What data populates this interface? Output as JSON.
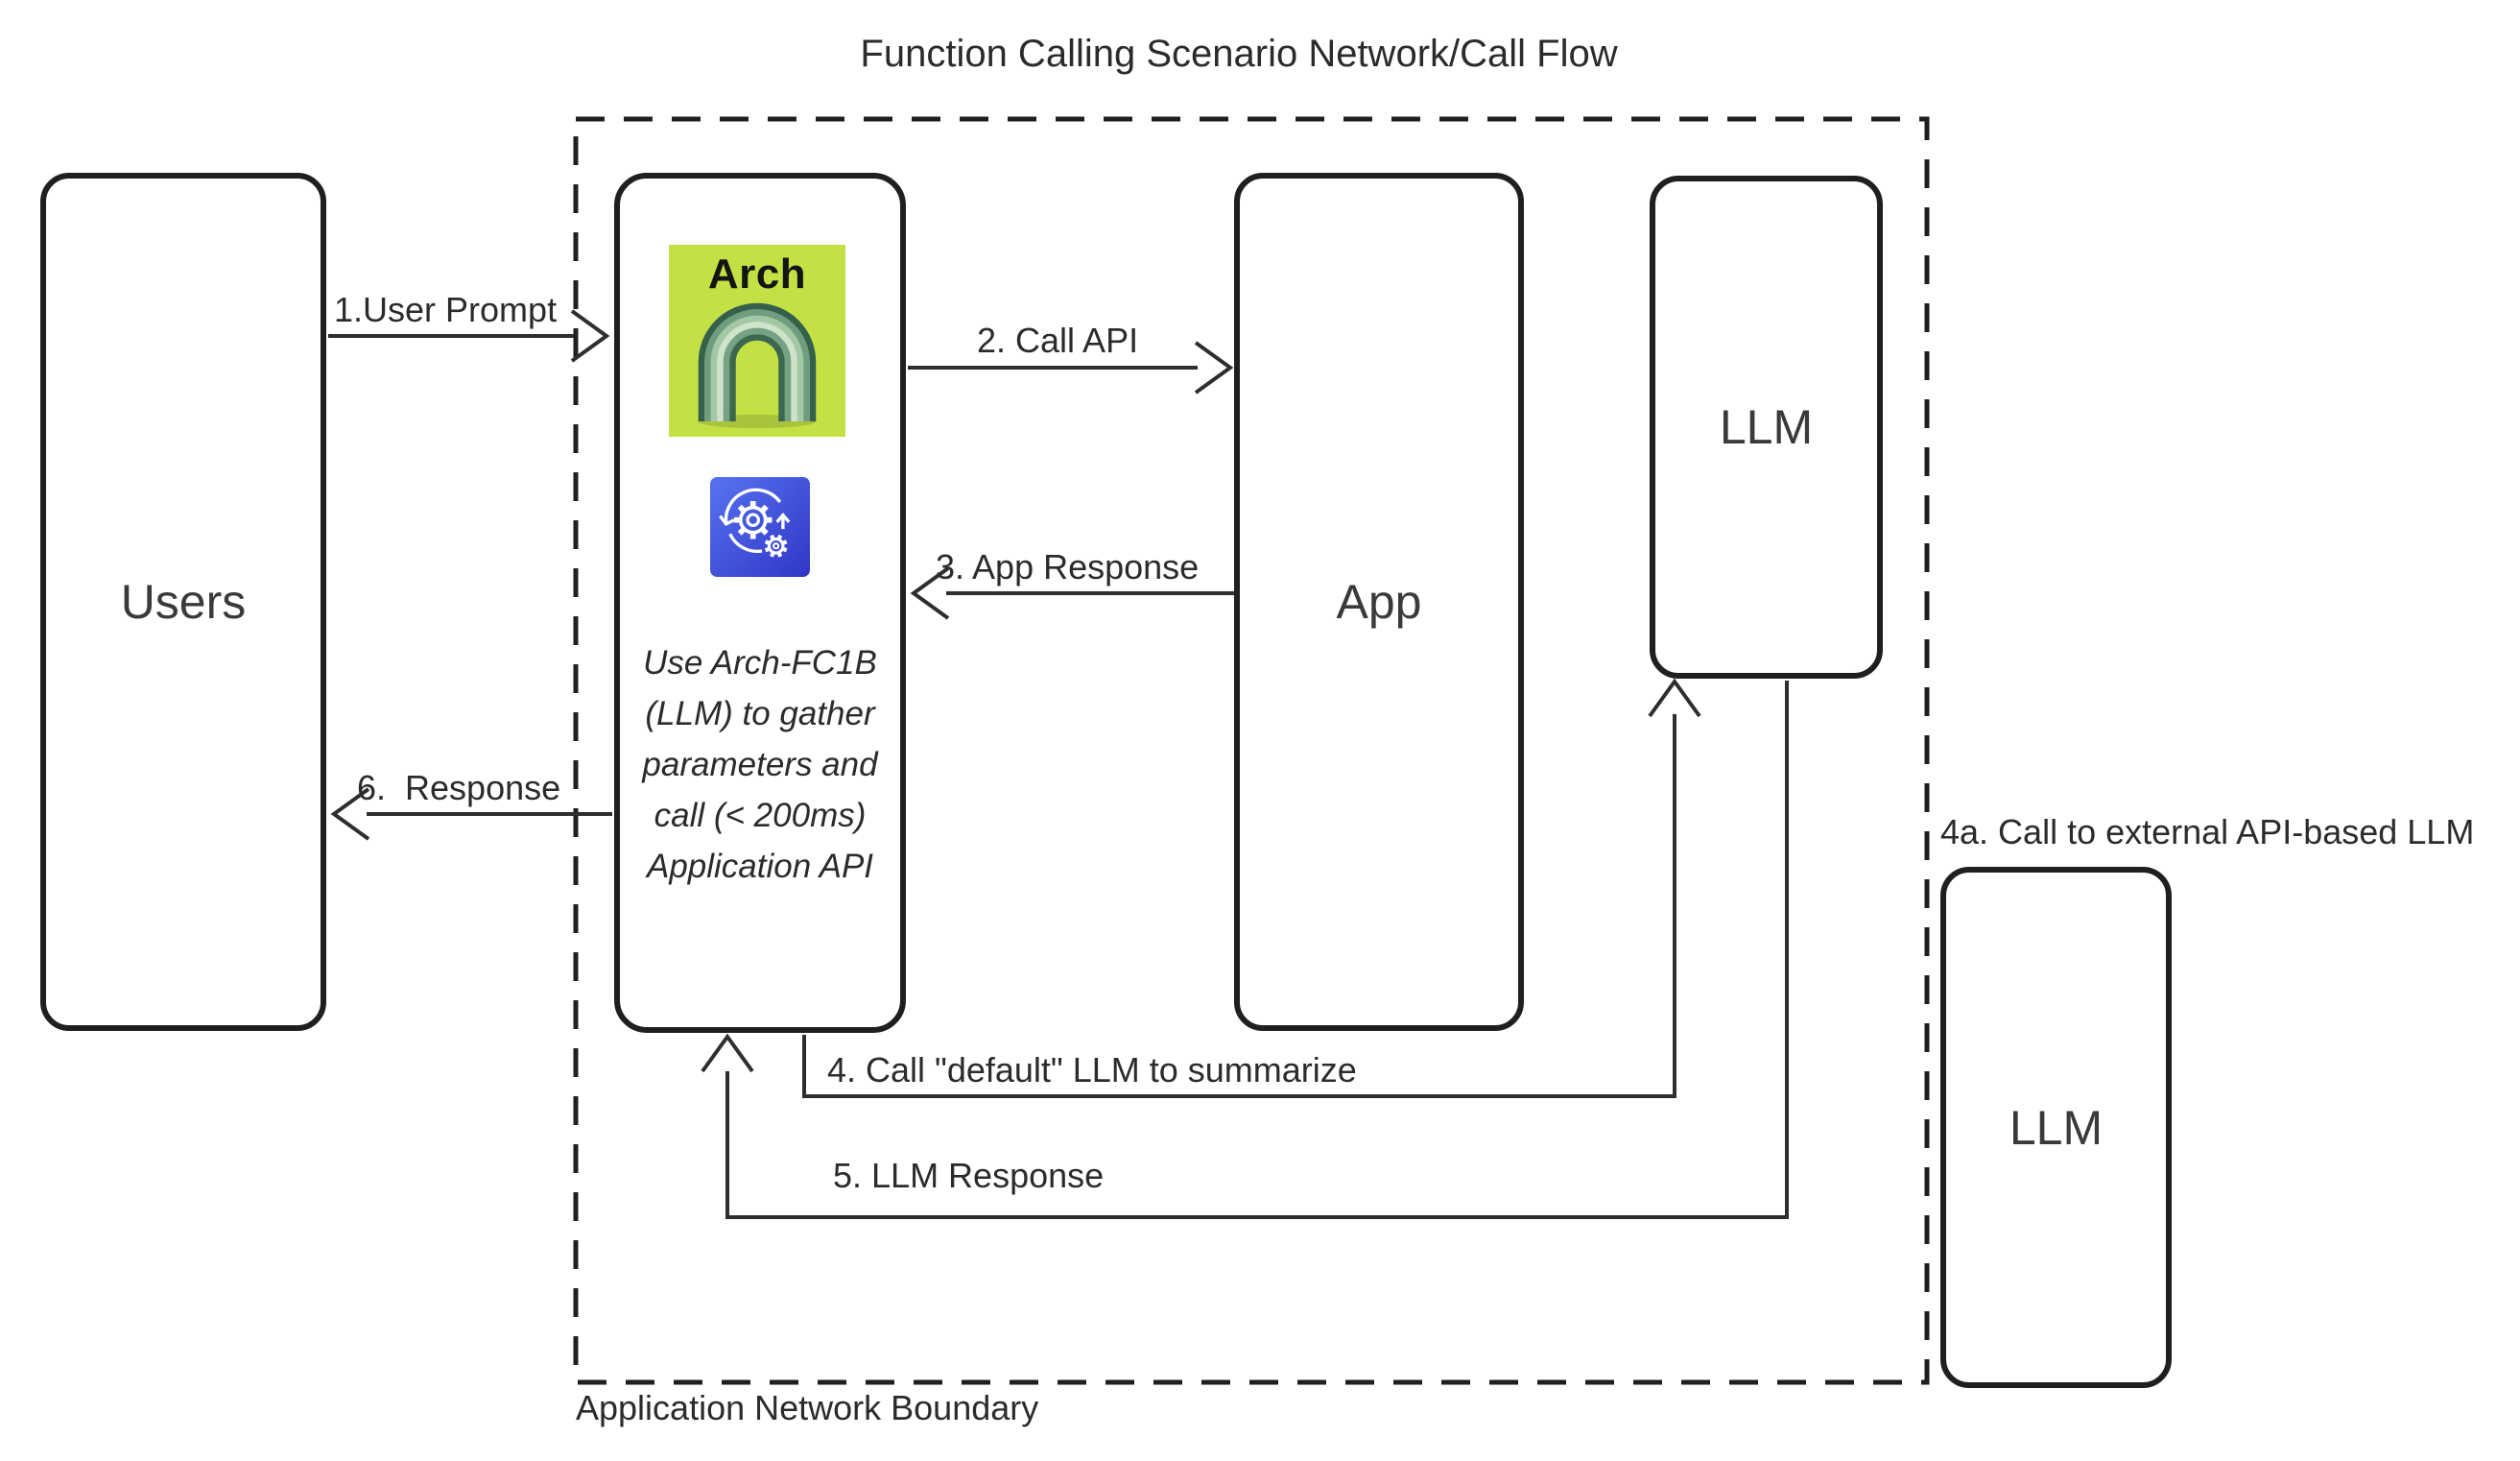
{
  "title": "Function Calling Scenario Network/Call Flow",
  "boundary": {
    "label": "Application Network Boundary"
  },
  "nodes": {
    "users": {
      "label": "Users"
    },
    "arch": {
      "logo_text": "Arch",
      "note_lines": [
        "Use Arch-FC1B",
        "(LLM) to gather",
        "parameters and",
        "call (< 200ms)",
        "Application API"
      ]
    },
    "app": {
      "label": "App"
    },
    "llm_internal": {
      "label": "LLM"
    },
    "llm_external": {
      "label": "LLM",
      "caption": "4a. Call to external API-based LLM"
    }
  },
  "edges": {
    "e1": {
      "label": "1.User Prompt"
    },
    "e2": {
      "label": "2. Call API"
    },
    "e3": {
      "label": "3. App Response"
    },
    "e4": {
      "label": "4. Call \"default\" LLM to summarize"
    },
    "e5": {
      "label": "5. LLM Response"
    },
    "e6": {
      "label": "6.  Response"
    }
  },
  "icons": {
    "arch_logo": "arch-gateway-logo",
    "gears_badge": "gears-sync-icon"
  },
  "colors": {
    "line": "#2e2e2e",
    "text": "#2b2b2b",
    "box_border": "#1f1f1f",
    "arch_logo_bg": "#c3e144",
    "gears_badge_gradient": [
      "#5673f0",
      "#3036c6"
    ],
    "arch_greens": [
      "#35604c",
      "#6f9d7f",
      "#a3c8a8",
      "#cfe2cb",
      "#75a184",
      "#3c6850"
    ]
  }
}
